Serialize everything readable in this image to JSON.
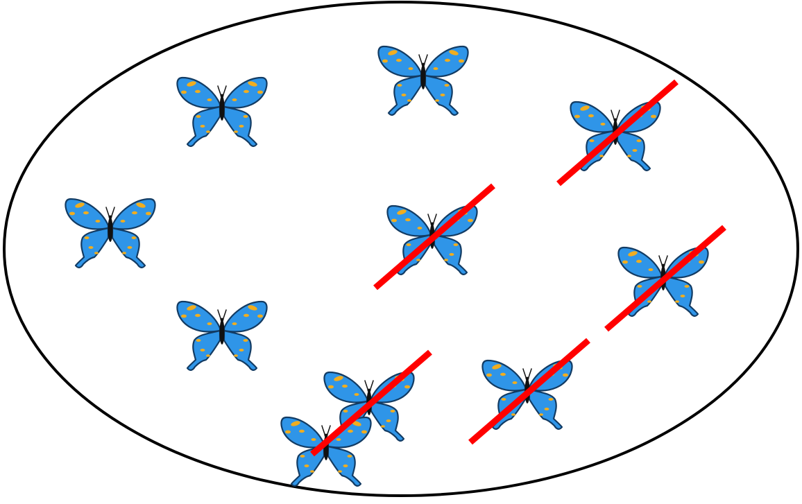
{
  "diagram": {
    "background_color": "#ffffff",
    "ellipse_stroke_color": "#000000",
    "icon": "butterfly-icon",
    "butterfly_colors": {
      "wing": "#2f95e8",
      "outline": "#123b63",
      "spot": "#f0ad1f",
      "body": "#111111"
    },
    "strike_color": "#ff0000",
    "butterflies_total": 10,
    "butterflies_crossed_out": 5,
    "butterflies_remaining": 5
  }
}
